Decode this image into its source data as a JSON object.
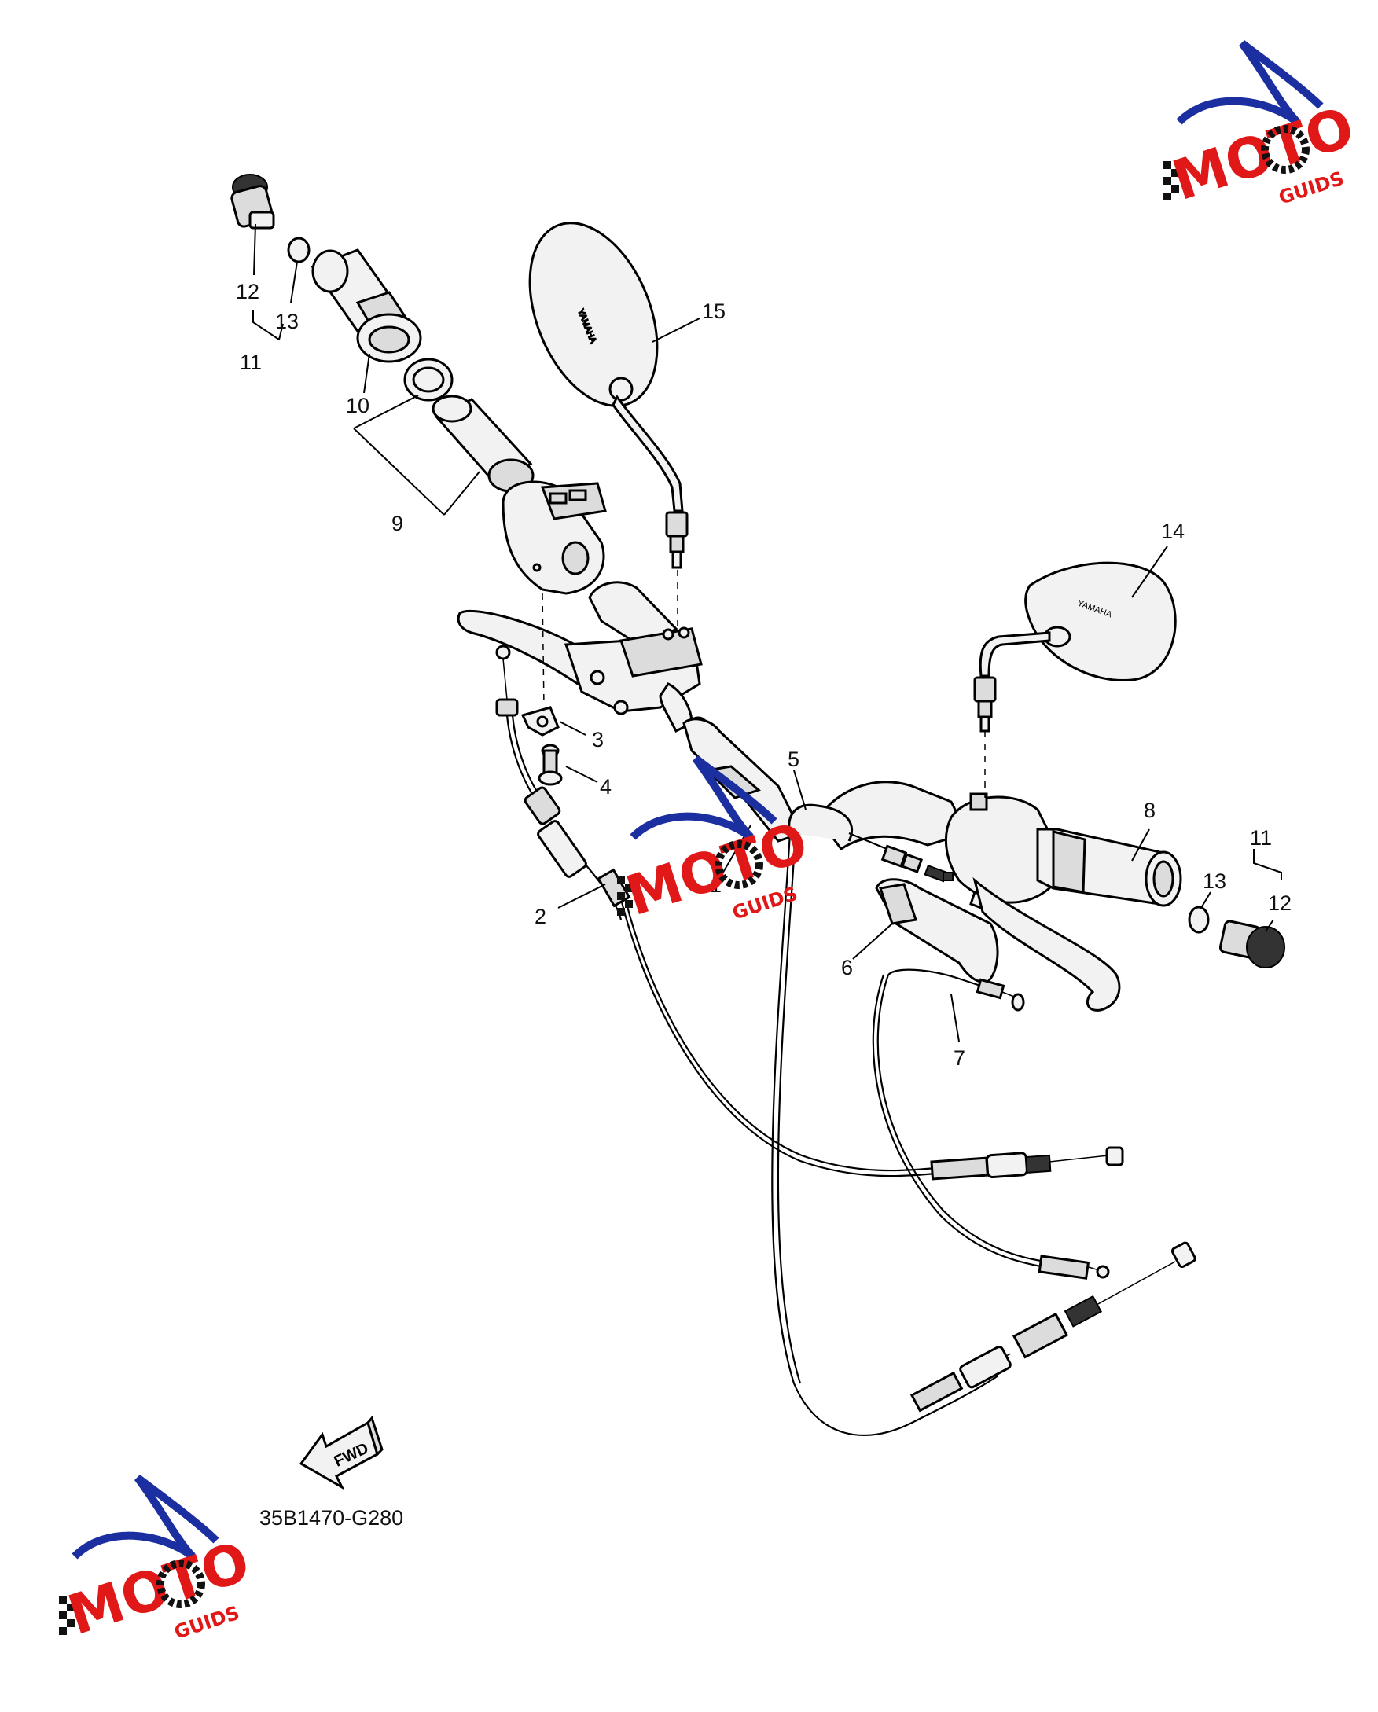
{
  "diagram": {
    "labels": [
      {
        "id": "1",
        "text": "1"
      },
      {
        "id": "2",
        "text": "2"
      },
      {
        "id": "3",
        "text": "3"
      },
      {
        "id": "4",
        "text": "4"
      },
      {
        "id": "5",
        "text": "5"
      },
      {
        "id": "6",
        "text": "6"
      },
      {
        "id": "7",
        "text": "7"
      },
      {
        "id": "8",
        "text": "8"
      },
      {
        "id": "9",
        "text": "9"
      },
      {
        "id": "10",
        "text": "10"
      },
      {
        "id": "11a",
        "text": "11"
      },
      {
        "id": "12a",
        "text": "12"
      },
      {
        "id": "13a",
        "text": "13"
      },
      {
        "id": "11b",
        "text": "11"
      },
      {
        "id": "12b",
        "text": "12"
      },
      {
        "id": "13b",
        "text": "13"
      },
      {
        "id": "14",
        "text": "14"
      },
      {
        "id": "15",
        "text": "15"
      }
    ],
    "mirror_text": "YAMAHA",
    "fwd_text": "FWD",
    "figure_code": "35B1470-G280"
  },
  "watermark": {
    "brand_text": "MOTO",
    "sub_text": "GUIDS",
    "colors": {
      "blue": "#1c2fa0",
      "red": "#e01818",
      "black": "#111111"
    }
  }
}
